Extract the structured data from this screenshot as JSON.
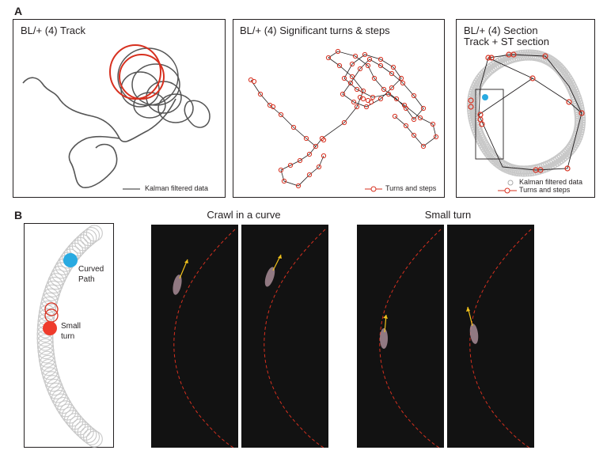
{
  "panel_a": {
    "letter": "A",
    "track": {
      "title": "BL/+ (4) Track",
      "legend": "Kalman filtered data"
    },
    "turns": {
      "title": "BL/+ (4) Significant turns & steps",
      "legend": "Turns and steps"
    },
    "section": {
      "title_line1": "BL/+ (4) Section",
      "title_line2": "Track + ST section",
      "legend_kalman": "Kalman filtered data",
      "legend_turns": "Turns and steps"
    }
  },
  "panel_b": {
    "letter": "B",
    "curved_label_line1": "Curved",
    "curved_label_line2": "Path",
    "small_label_line1": "Small",
    "small_label_line2": "turn",
    "crawl_title": "Crawl in a curve",
    "smallturn_title": "Small turn"
  },
  "colors": {
    "track": "#555555",
    "red": "#d7301f",
    "cyan": "#29aae1",
    "gray_circles": "#c8c8c8",
    "frame_bg": "#121212",
    "arrow": "#f2c21b"
  }
}
